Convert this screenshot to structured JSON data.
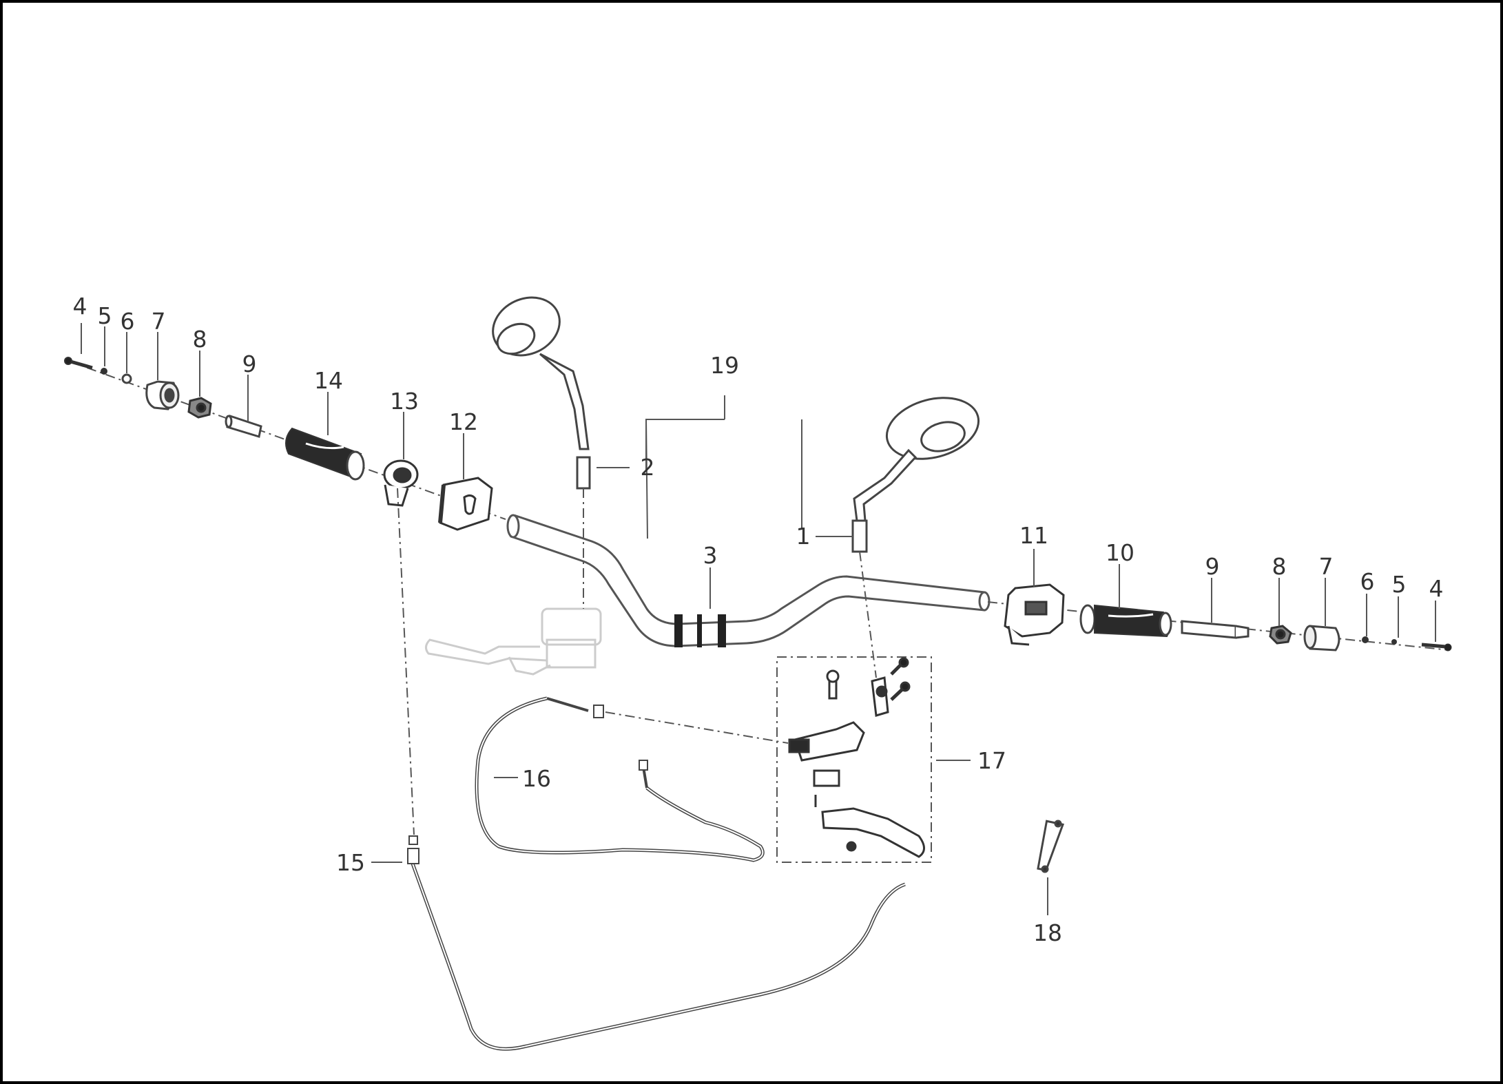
{
  "callouts": [
    {
      "key": "left-4",
      "text": "4"
    },
    {
      "key": "left-5",
      "text": "5"
    },
    {
      "key": "left-6",
      "text": "6"
    },
    {
      "key": "left-7",
      "text": "7"
    },
    {
      "key": "left-8",
      "text": "8"
    },
    {
      "key": "left-9",
      "text": "9"
    },
    {
      "key": "left-14",
      "text": "14"
    },
    {
      "key": "left-13",
      "text": "13"
    },
    {
      "key": "left-12",
      "text": "12"
    },
    {
      "key": "mirror-2",
      "text": "2"
    },
    {
      "key": "assembly-19",
      "text": "19"
    },
    {
      "key": "mirror-1",
      "text": "1"
    },
    {
      "key": "bar-3",
      "text": "3"
    },
    {
      "key": "right-11",
      "text": "11"
    },
    {
      "key": "right-10",
      "text": "10"
    },
    {
      "key": "right-9",
      "text": "9"
    },
    {
      "key": "right-8",
      "text": "8"
    },
    {
      "key": "right-7",
      "text": "7"
    },
    {
      "key": "right-6",
      "text": "6"
    },
    {
      "key": "right-5",
      "text": "5"
    },
    {
      "key": "right-4",
      "text": "4"
    },
    {
      "key": "cable-16",
      "text": "16"
    },
    {
      "key": "lever-17",
      "text": "17"
    },
    {
      "key": "cable-15",
      "text": "15"
    },
    {
      "key": "rod-18",
      "text": "18"
    }
  ],
  "colors": {
    "line": "#555555",
    "text": "#333333",
    "ghost": "#cccccc",
    "grip": "#2a2a2a"
  }
}
